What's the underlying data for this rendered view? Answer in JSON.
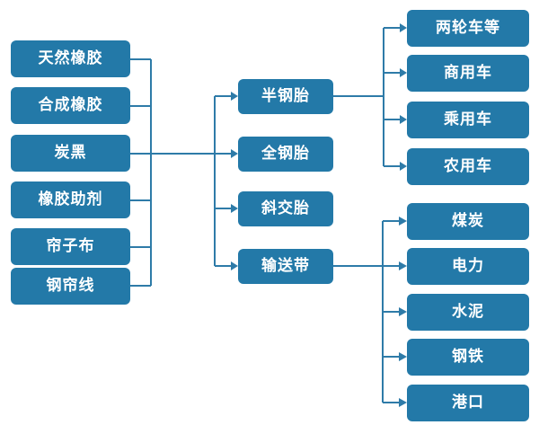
{
  "diagram": {
    "type": "flowchart",
    "title": "",
    "orientation": "left-to-right",
    "palette": {
      "node_fill": "#2379A8",
      "node_text": "#FFFFFF",
      "connector": "#2E7BA8",
      "background": "#FFFFFF"
    },
    "columns": {
      "raw_materials": {
        "name": "raw-materials",
        "items": [
          {
            "id": "rm1",
            "label": "天然橡胶"
          },
          {
            "id": "rm2",
            "label": "合成橡胶"
          },
          {
            "id": "rm3",
            "label": "炭黑"
          },
          {
            "id": "rm4",
            "label": "橡胶助剂"
          },
          {
            "id": "rm5",
            "label": "帘子布"
          },
          {
            "id": "rm6",
            "label": "钢帘线"
          }
        ]
      },
      "products": {
        "name": "products",
        "items": [
          {
            "id": "pd1",
            "label": "半钢胎"
          },
          {
            "id": "pd2",
            "label": "全钢胎"
          },
          {
            "id": "pd3",
            "label": "斜交胎"
          },
          {
            "id": "pd4",
            "label": "输送带"
          }
        ]
      },
      "tire_applications": {
        "name": "tire-applications",
        "items": [
          {
            "id": "ap1",
            "label": "两轮车等"
          },
          {
            "id": "ap2",
            "label": "商用车"
          },
          {
            "id": "ap3",
            "label": "乘用车"
          },
          {
            "id": "ap4",
            "label": "农用车"
          }
        ]
      },
      "belt_applications": {
        "name": "belt-applications",
        "items": [
          {
            "id": "bp1",
            "label": "煤炭"
          },
          {
            "id": "bp2",
            "label": "电力"
          },
          {
            "id": "bp3",
            "label": "水泥"
          },
          {
            "id": "bp4",
            "label": "钢铁"
          },
          {
            "id": "bp5",
            "label": "港口"
          }
        ]
      }
    },
    "edges": [
      {
        "from": "raw-materials-bus",
        "to": "products-bus",
        "arrow": true
      },
      {
        "from": "半钢胎",
        "to": "两轮车等",
        "arrow": true
      },
      {
        "from": "半钢胎",
        "to": "商用车",
        "arrow": true
      },
      {
        "from": "半钢胎",
        "to": "乘用车",
        "arrow": true
      },
      {
        "from": "半钢胎",
        "to": "农用车",
        "arrow": true
      },
      {
        "from": "输送带",
        "to": "煤炭",
        "arrow": true
      },
      {
        "from": "输送带",
        "to": "电力",
        "arrow": true
      },
      {
        "from": "输送带",
        "to": "水泥",
        "arrow": true
      },
      {
        "from": "输送带",
        "to": "钢铁",
        "arrow": true
      },
      {
        "from": "输送带",
        "to": "港口",
        "arrow": true
      }
    ]
  }
}
